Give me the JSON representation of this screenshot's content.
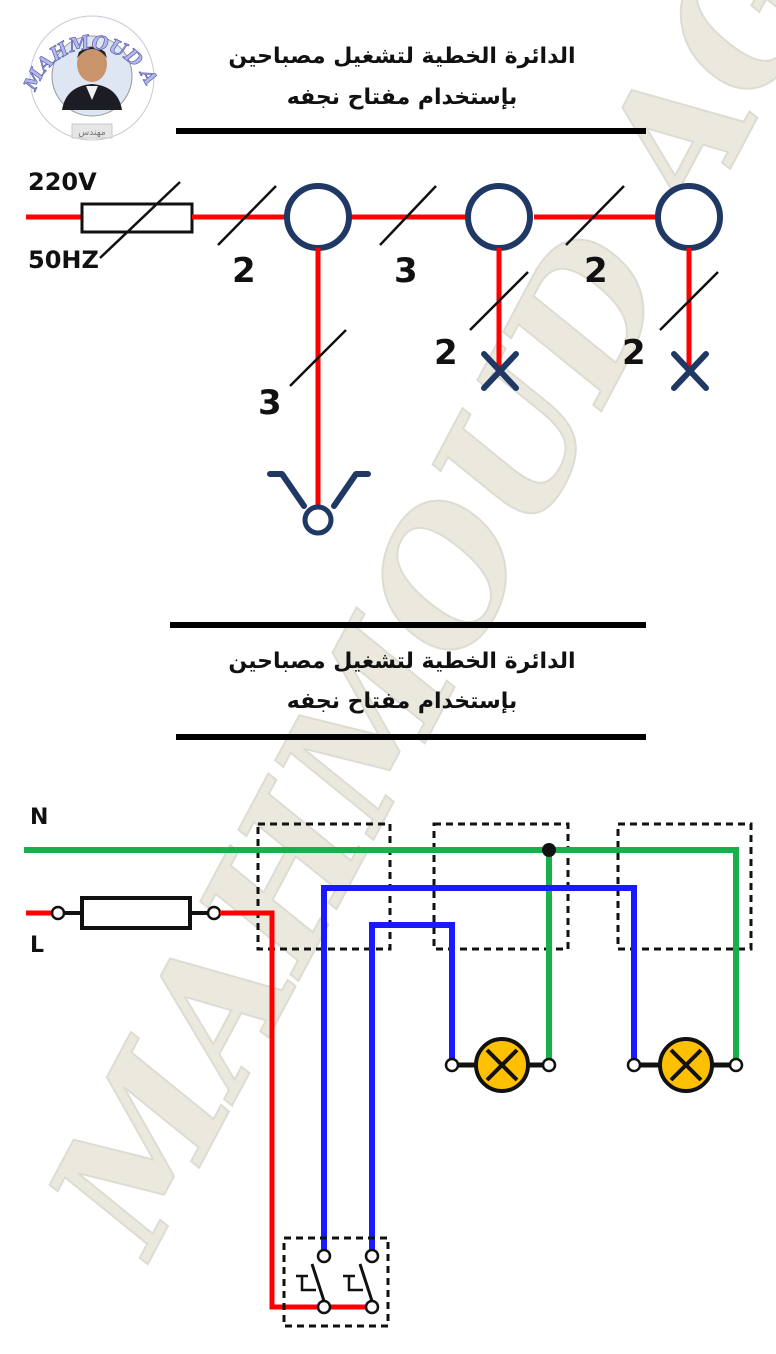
{
  "watermark": {
    "text": "MAHMOUD AGEEB"
  },
  "logo": {
    "ring_text": "MAHMOUD AGEEB",
    "caption": "مهندس"
  },
  "section1": {
    "title_line1": "الدائرة الخطية لتشغيل مصباحين",
    "title_line2": "بإستخدام مفتاح نجفه",
    "voltage": "220V",
    "frequency": "50HZ",
    "wire_counts": {
      "feed": "2",
      "to_lamp1_box": "3",
      "to_lamp2_box": "2",
      "to_switch": "3",
      "lamp1_drop": "2",
      "lamp2_drop": "2"
    }
  },
  "section2": {
    "title_line1": "الدائرة الخطية لتشغيل مصباحين",
    "title_line2": "بإستخدام مفتاح نجفه",
    "neutral_label": "N",
    "line_label": "L"
  },
  "colors": {
    "phase": "#ff0000",
    "neutral": "#19b04b",
    "switched": "#1a1aff",
    "symbol": "#1f3864",
    "lamp_fill": "#ffc000"
  }
}
